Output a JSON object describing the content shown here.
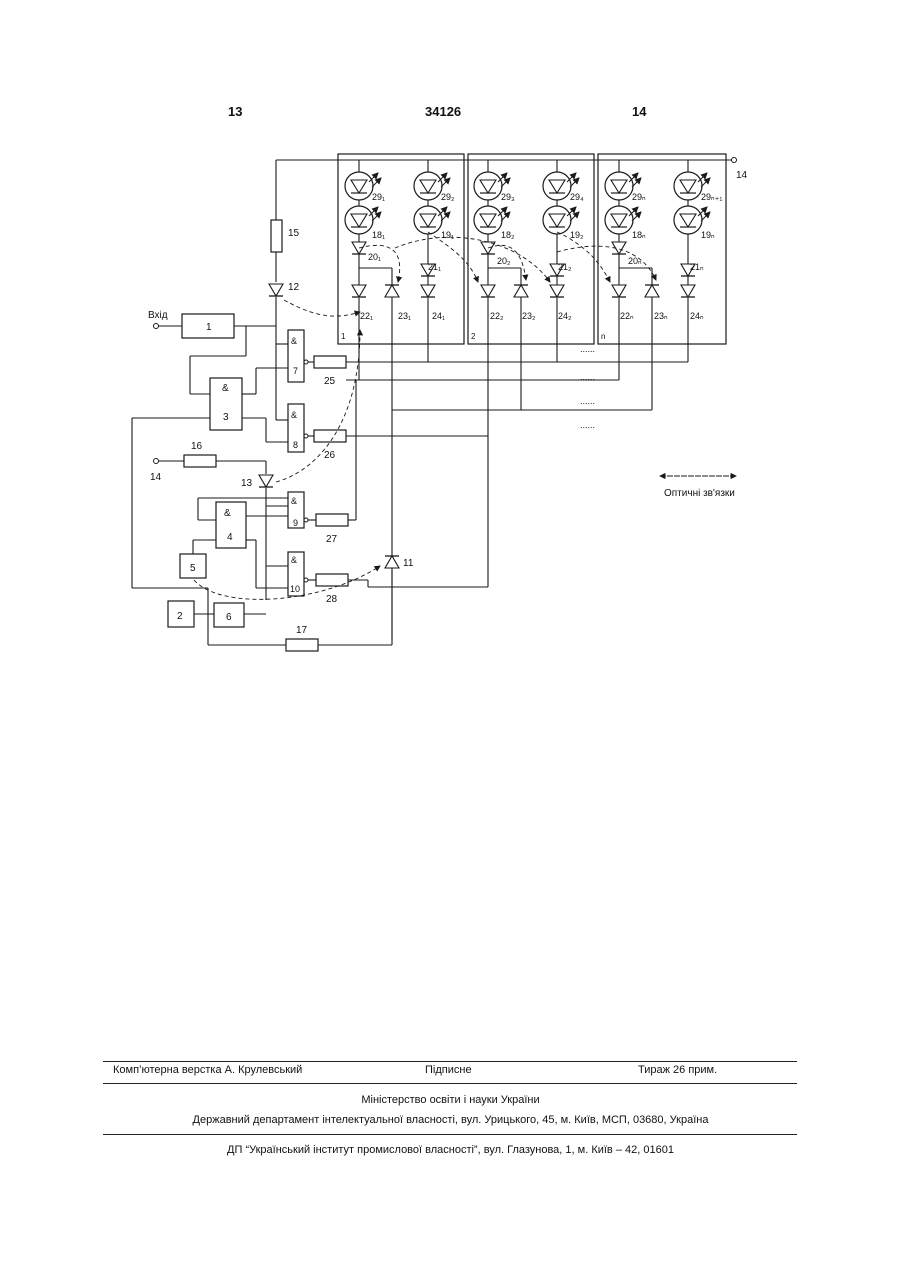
{
  "header": {
    "left": "13",
    "center": "34126",
    "right": "14"
  },
  "diagram": {
    "input_label": "Вхід",
    "power_label": "14",
    "legend_label": "Оптичні зв'язки",
    "section_labels": [
      "1",
      "2",
      "n"
    ],
    "blocks": {
      "b1": "1",
      "b2": "2",
      "b3": "3",
      "b4": "4",
      "b5": "5",
      "b6": "6"
    },
    "gates": {
      "g7": "7",
      "g8": "8",
      "g9": "9",
      "g10": "10",
      "and": "&"
    },
    "resistors": {
      "r15": "15",
      "r16": "16",
      "r17": "17",
      "r25": "25",
      "r26": "26",
      "r27": "27",
      "r28": "28"
    },
    "diodes": {
      "d11": "11",
      "d12": "12",
      "d13": "13",
      "in14": "14"
    },
    "sec1": {
      "l29a": "29₁",
      "l29b": "29₂",
      "l18": "18₁",
      "l19": "19₁",
      "l20": "20₁",
      "l21": "21₁",
      "l22": "22₁",
      "l23": "23₁",
      "l24": "24₁"
    },
    "sec2": {
      "l29a": "29₃",
      "l29b": "29₄",
      "l18": "18₂",
      "l19": "19₂",
      "l20": "20₂",
      "l21": "21₂",
      "l22": "22₂",
      "l23": "23₂",
      "l24": "24₂"
    },
    "secn": {
      "l29a": "29ₙ",
      "l29b": "29ₙ₊₁",
      "l18": "18ₙ",
      "l19": "19ₙ",
      "l20": "20ₙ",
      "l21": "21ₙ",
      "l22": "22ₙ",
      "l23": "23ₙ",
      "l24": "24ₙ"
    },
    "ellipsis": "......"
  },
  "footer": {
    "typesetting": "Комп’ютерна верстка А. Крулевський",
    "signed": "Підписне",
    "circulation": "Тираж 26 прим.",
    "ministry": "Міністерство освіти і науки України",
    "department": "Державний департамент інтелектуальної власності, вул. Урицького, 45, м. Київ, МСП, 03680, Україна",
    "institute": "ДП “Український інститут промислової власності”, вул. Глазунова, 1, м. Київ – 42, 01601"
  }
}
